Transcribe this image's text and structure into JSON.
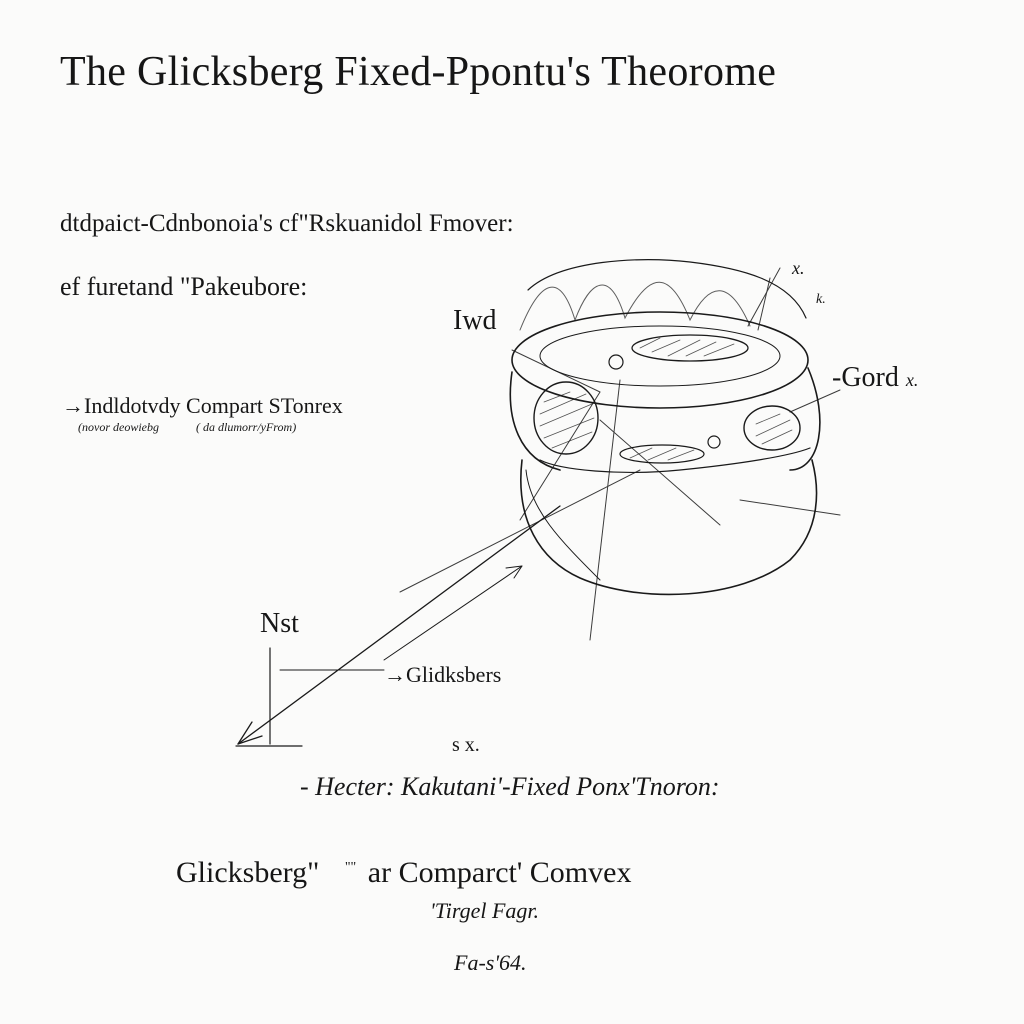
{
  "title": "The Glicksberg Fixed-Ppontu's Theorome",
  "intro": {
    "line1": "dtdpaict-Cdnbonoia's cf\"Rskuanidol Fmover:",
    "line2": "ef furetand \"Pakeubore:",
    "line3": "→Indldotvdy Compart STonrex",
    "line3_sub": [
      "(novor deowiebg",
      "( da dlumorr/yFrom)"
    ]
  },
  "labels": {
    "top": "Iwd",
    "right": "-Gord",
    "right_suffix": "x.",
    "corner_x": "x.",
    "corner_k": "k.",
    "nst": "Nst",
    "glicksberg_arrow": "→Glidksbers",
    "sx": "s x."
  },
  "footer": {
    "line4": "- Hecter: Kakutani'-Fixed Ponx'Tnoron:",
    "line5_a": "Glicksberg\"",
    "line5_small": "\"\"",
    "line5_b": "ar Comparct' Comvex",
    "line6": "'Tirgel Fagr.",
    "line7": "Fa-s'64."
  }
}
